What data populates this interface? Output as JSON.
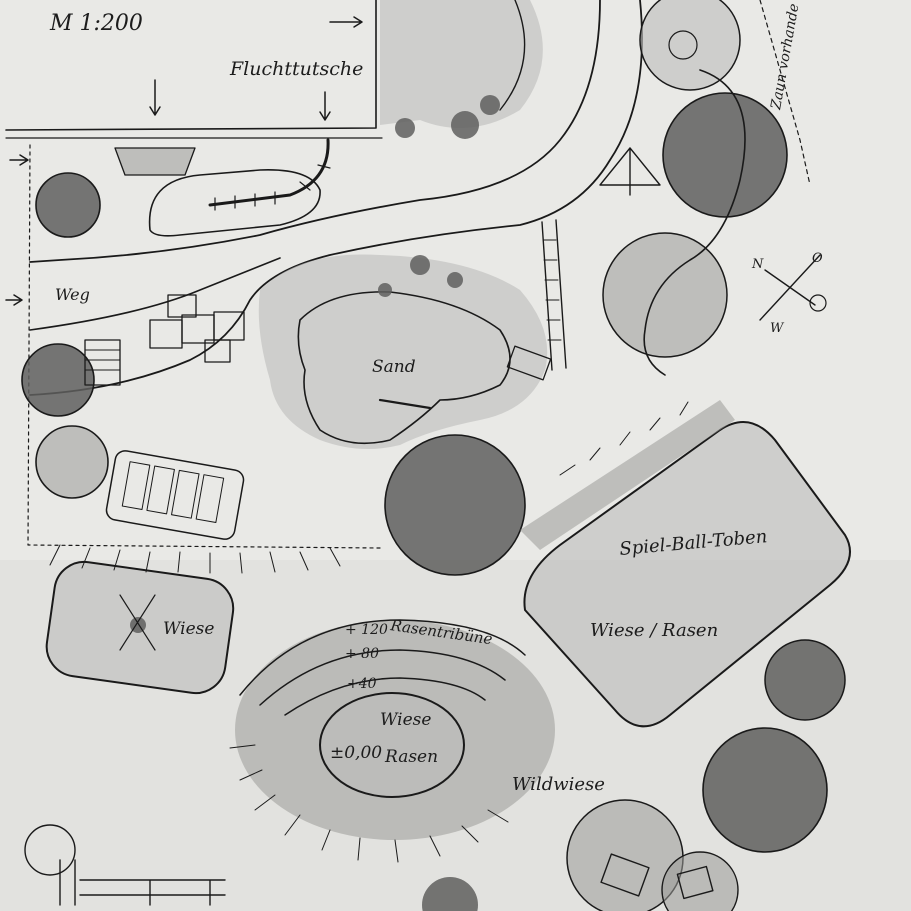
{
  "scale": "M 1:200",
  "labels": {
    "slide": "Fluchttutsche",
    "path": "Weg",
    "sand": "Sand",
    "fence": "Zaun vorhande",
    "play_field": "Spiel-Ball-Toben",
    "field_lawn": "Wiese / Rasen",
    "small_meadow": "Wiese",
    "tribune": "Rasentribüne",
    "level_120": "+ 120",
    "level_80": "+ 80",
    "level_40": "+40",
    "center_line1": "Wiese",
    "center_level": "±0,00",
    "center_line2": "Rasen",
    "wild_meadow": "Wildwiese"
  },
  "compass": {
    "north": "N",
    "east": "O",
    "west": "W"
  },
  "colors": {
    "paper": "#e9e9e6",
    "ink": "#1a1a1a",
    "wash": "#9a9a98",
    "tree": "#5f5f5e"
  }
}
